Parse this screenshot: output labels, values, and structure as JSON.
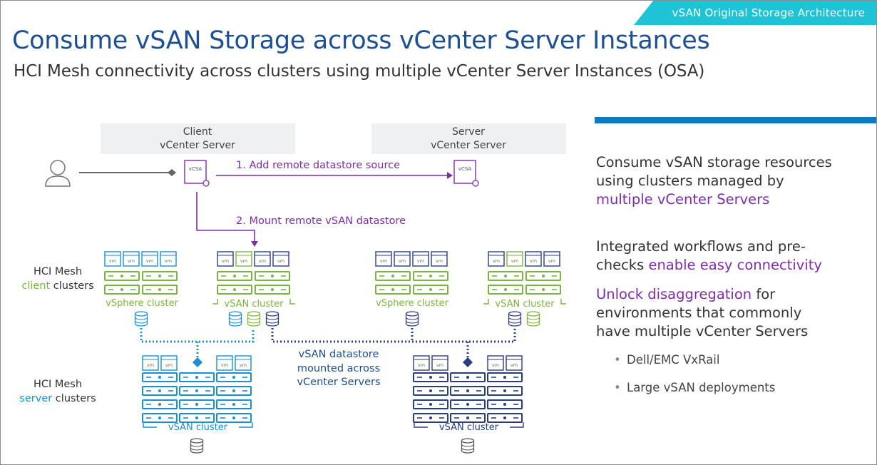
{
  "banner": "vSAN Original Storage Architecture",
  "title": "Consume vSAN Storage across vCenter Server Instances",
  "subtitle": "HCI Mesh connectivity across clusters using multiple vCenter Server Instances (OSA)",
  "diagram": {
    "client_vc": {
      "line1": "Client",
      "line2": "vCenter Server"
    },
    "server_vc": {
      "line1": "Server",
      "line2": "vCenter Server"
    },
    "vcsa_label": "vCSA",
    "vm_label": "vm",
    "step1": "1. Add remote datastore source",
    "step2": "2. Mount remote vSAN datastore",
    "client_clusters": {
      "line1": "HCI Mesh",
      "highlight": "client",
      "rest": " clusters"
    },
    "server_clusters": {
      "line1": "HCI Mesh",
      "highlight": "server",
      "rest": " clusters"
    },
    "vsphere_cluster": "vSphere cluster",
    "vsan_cluster": "vSAN cluster",
    "mounted": {
      "line1": "vSAN datastore",
      "line2": "mounted across",
      "line3": "vCenter Servers"
    },
    "colors": {
      "green": "#7cb342",
      "blue": "#1c8ed1",
      "navy": "#2a3e7c",
      "purple": "#7b2fa3",
      "grey": "#555555"
    }
  },
  "points": {
    "p1": {
      "pre": "Consume vSAN storage resources using clusters managed by ",
      "hl": "multiple vCenter Servers",
      "post": ""
    },
    "p2": {
      "pre": "Integrated workflows and pre-checks ",
      "hl": "enable easy connectivity",
      "post": ""
    },
    "p3": {
      "pre": "",
      "hl": "Unlock disaggregation",
      "post": " for environments that commonly have multiple vCenter Servers"
    }
  },
  "bullets": [
    "Dell/EMC VxRail",
    "Large vSAN deployments"
  ]
}
